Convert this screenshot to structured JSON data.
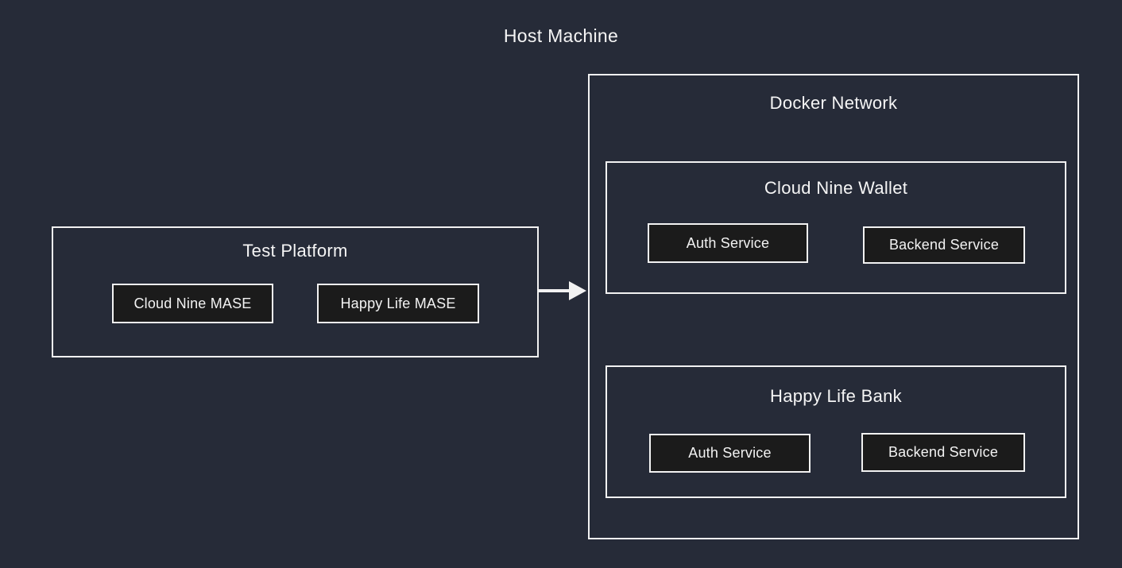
{
  "diagram": {
    "title": "Host Machine",
    "colors": {
      "background": "#262b38",
      "node_fill": "#1b1b1b",
      "border": "#f2f2f2",
      "text": "#f2f2f2"
    },
    "test_platform": {
      "title": "Test Platform",
      "nodes": [
        {
          "label": "Cloud Nine MASE"
        },
        {
          "label": "Happy Life MASE"
        }
      ]
    },
    "connector": {
      "type": "arrow",
      "from": "Test Platform",
      "to": "Docker Network"
    },
    "docker_network": {
      "title": "Docker Network",
      "groups": [
        {
          "title": "Cloud Nine Wallet",
          "nodes": [
            {
              "label": "Auth Service"
            },
            {
              "label": "Backend Service"
            }
          ]
        },
        {
          "title": "Happy Life Bank",
          "nodes": [
            {
              "label": "Auth Service"
            },
            {
              "label": "Backend Service"
            }
          ]
        }
      ]
    }
  }
}
